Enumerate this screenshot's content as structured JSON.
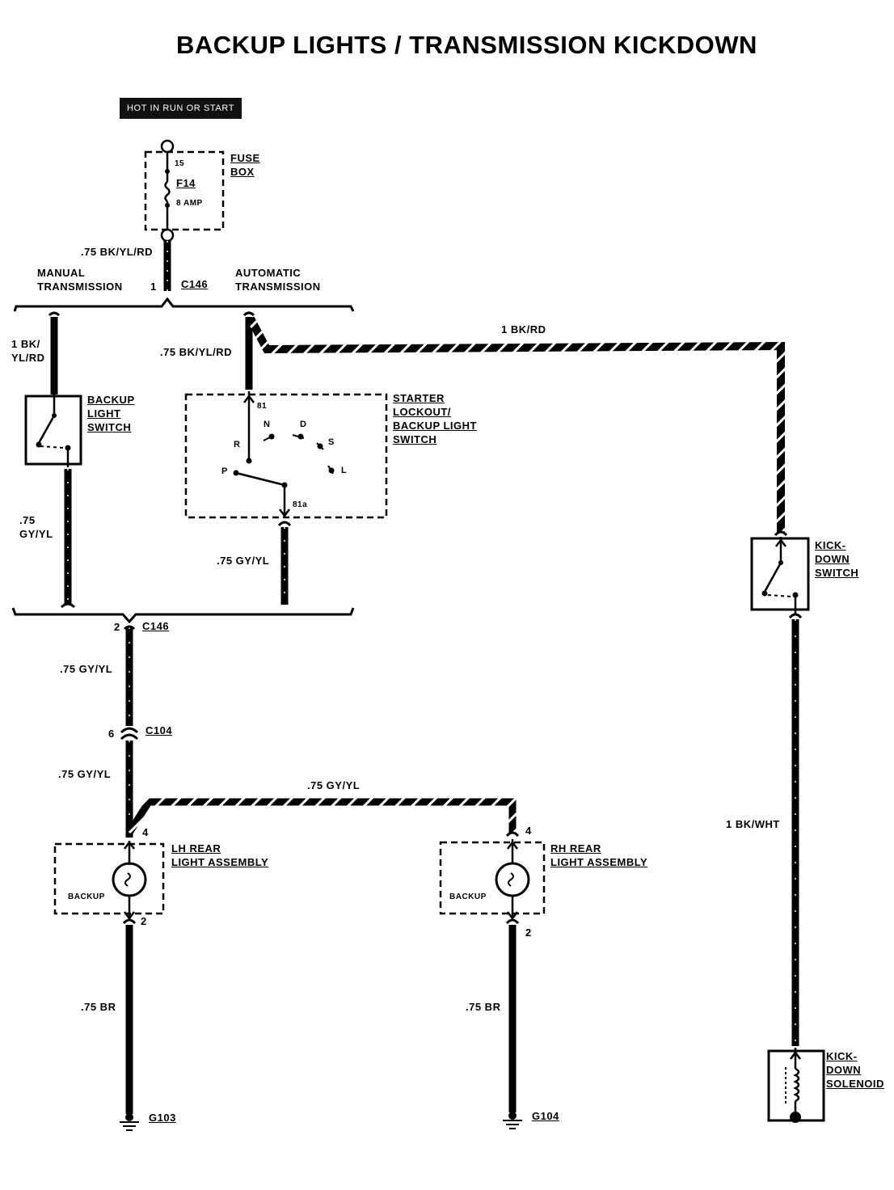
{
  "title": "BACKUP LIGHTS  /  TRANSMISSION KICKDOWN",
  "power_label": "HOT IN RUN OR START",
  "fuse": {
    "box_label": "FUSE\nBOX",
    "terminal": "15",
    "name": "F14",
    "rating": "8 AMP"
  },
  "connectors": {
    "c146": "C146",
    "c146_top_pin": "1",
    "c146_bottom_pin": "2",
    "c104": "C104",
    "c104_pin": "6"
  },
  "branches": {
    "manual": "MANUAL\nTRANSMISSION",
    "automatic": "AUTOMATIC\nTRANSMISSION"
  },
  "wires": {
    "w_fuse_out": ".75 BK/YL/RD",
    "w_manual_in": "1 BK/\nYL/RD",
    "w_auto_in": ".75 BK/YL/RD",
    "w_kickdown_feed": "1 BK/RD",
    "w_manual_out": ".75\nGY/YL",
    "w_auto_out": ".75 GY/YL",
    "w_c146_c104": ".75 GY/YL",
    "w_c104_lh": ".75 GY/YL",
    "w_lh_rh": ".75 GY/YL",
    "w_kickdown_sol": "1 BK/WHT",
    "w_lh_gnd": ".75 BR",
    "w_rh_gnd": ".75 BR"
  },
  "components": {
    "backup_switch": "BACKUP\nLIGHT\nSWITCH",
    "starter_switch": "STARTER\nLOCKOUT/\nBACKUP LIGHT\nSWITCH",
    "starter_pin_top": "81",
    "starter_pin_bottom": "81a",
    "positions": {
      "r": "R",
      "n": "N",
      "d": "D",
      "s": "S",
      "l": "L",
      "p": "P"
    },
    "kickdown_switch": "KICK-\nDOWN\nSWITCH",
    "lh_rear": "LH REAR\nLIGHT ASSEMBLY",
    "rh_rear": "RH REAR\nLIGHT ASSEMBLY",
    "lamp_label_lh": "BACKUP",
    "lamp_label_rh": "BACKUP",
    "lamp_pin_in_lh": "4",
    "lamp_pin_out_lh": "2",
    "lamp_pin_in_rh": "4",
    "lamp_pin_out_rh": "2",
    "kickdown_solenoid": "KICK-\nDOWN\nSOLENOID"
  },
  "grounds": {
    "lh": "G103",
    "rh": "G104"
  }
}
